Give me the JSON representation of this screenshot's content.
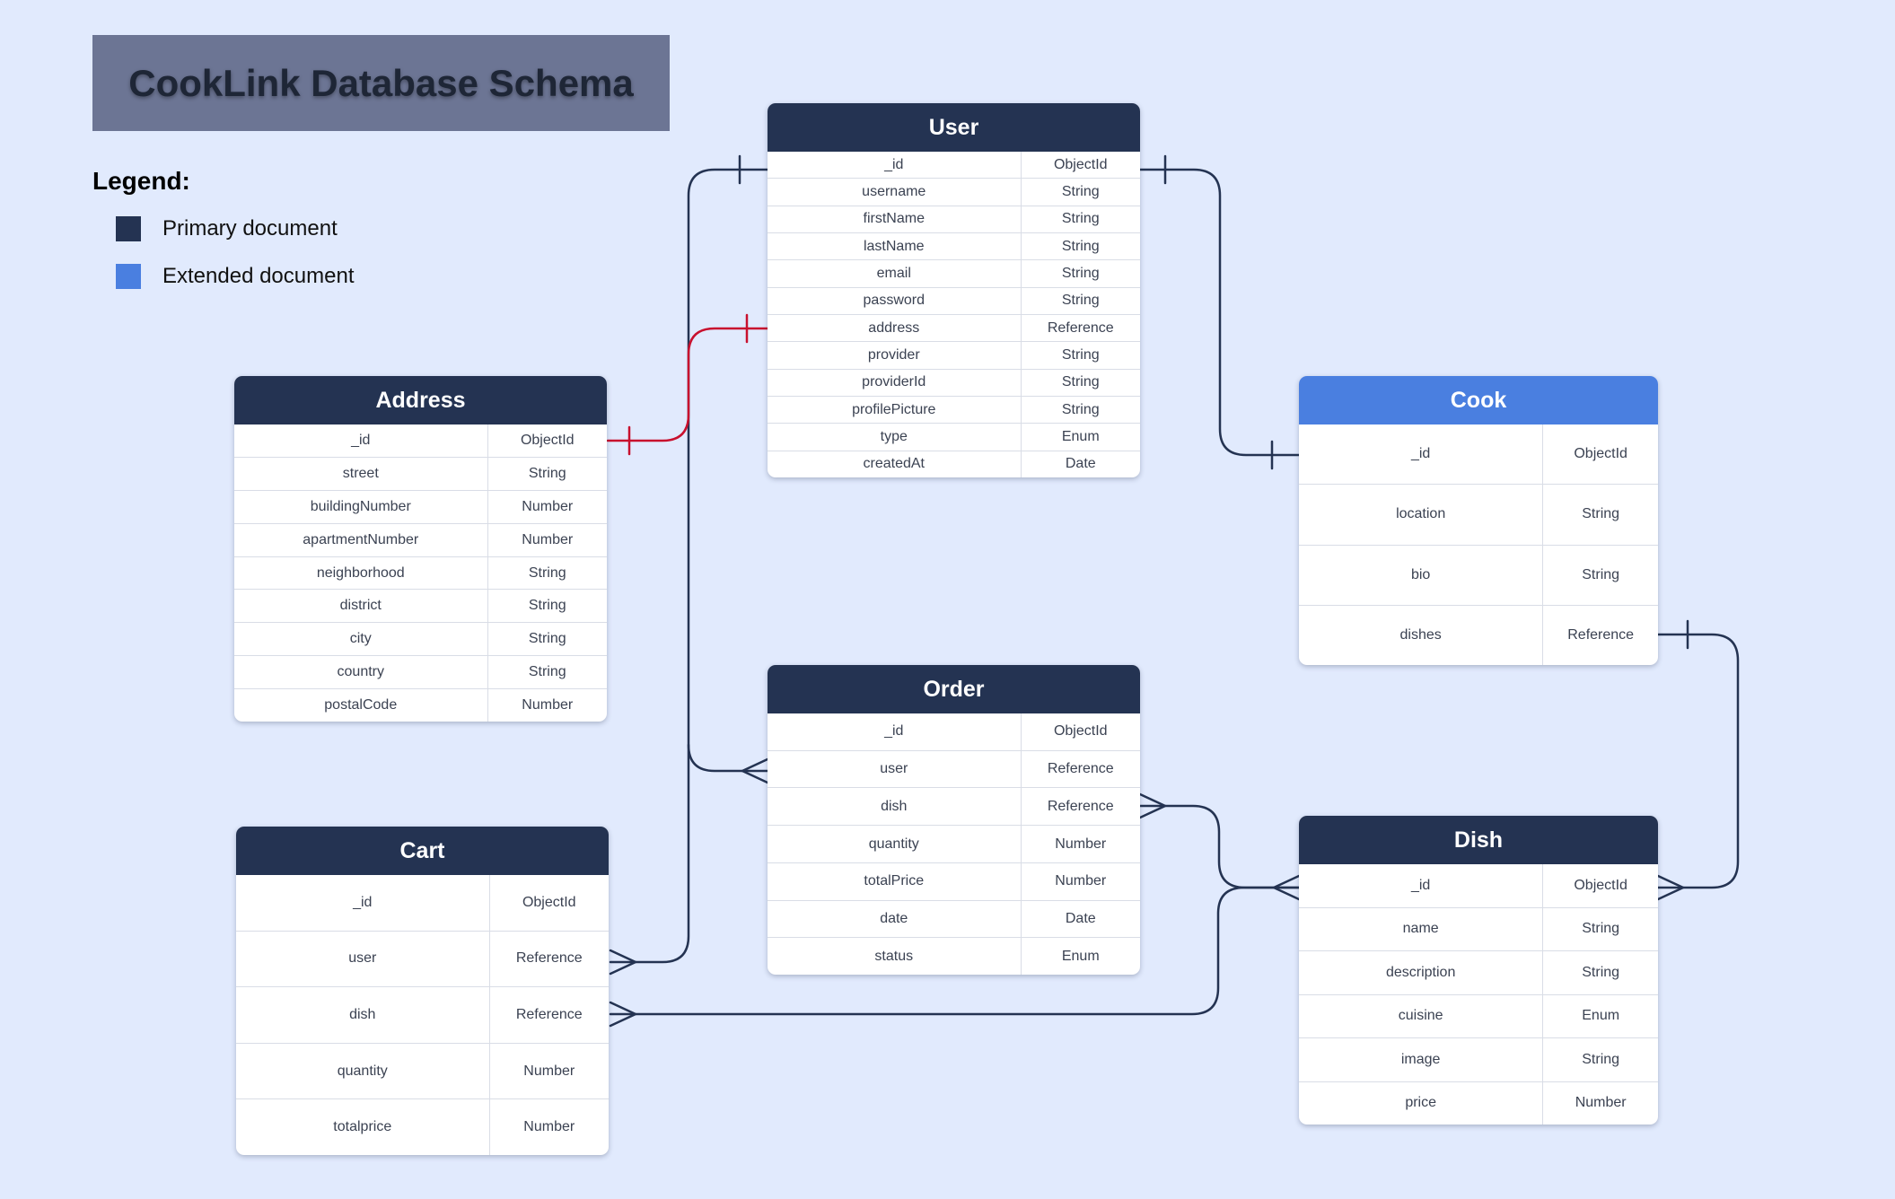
{
  "title": "CookLink Database Schema",
  "legend": {
    "title": "Legend:",
    "items": [
      {
        "label": "Primary document",
        "color": "#243352"
      },
      {
        "label": "Extended document",
        "color": "#4a7fe0"
      }
    ]
  },
  "colors": {
    "primary": "#243352",
    "extended": "#4a7fe0",
    "background": "#e1eafd",
    "connector": "#243352",
    "highlight_connector": "#c8102e"
  },
  "entities": {
    "user": {
      "title": "User",
      "fields": [
        {
          "name": "_id",
          "type": "ObjectId"
        },
        {
          "name": "username",
          "type": "String"
        },
        {
          "name": "firstName",
          "type": "String"
        },
        {
          "name": "lastName",
          "type": "String"
        },
        {
          "name": "email",
          "type": "String"
        },
        {
          "name": "password",
          "type": "String"
        },
        {
          "name": "address",
          "type": "Reference"
        },
        {
          "name": "provider",
          "type": "String"
        },
        {
          "name": "providerId",
          "type": "String"
        },
        {
          "name": "profilePicture",
          "type": "String"
        },
        {
          "name": "type",
          "type": "Enum"
        },
        {
          "name": "createdAt",
          "type": "Date"
        }
      ]
    },
    "address": {
      "title": "Address",
      "fields": [
        {
          "name": "_id",
          "type": "ObjectId"
        },
        {
          "name": "street",
          "type": "String"
        },
        {
          "name": "buildingNumber",
          "type": "Number"
        },
        {
          "name": "apartmentNumber",
          "type": "Number"
        },
        {
          "name": "neighborhood",
          "type": "String"
        },
        {
          "name": "district",
          "type": "String"
        },
        {
          "name": "city",
          "type": "String"
        },
        {
          "name": "country",
          "type": "String"
        },
        {
          "name": "postalCode",
          "type": "Number"
        }
      ]
    },
    "cook": {
      "title": "Cook",
      "fields": [
        {
          "name": "_id",
          "type": "ObjectId"
        },
        {
          "name": "location",
          "type": "String"
        },
        {
          "name": "bio",
          "type": "String"
        },
        {
          "name": "dishes",
          "type": "Reference"
        }
      ]
    },
    "order": {
      "title": "Order",
      "fields": [
        {
          "name": "_id",
          "type": "ObjectId"
        },
        {
          "name": "user",
          "type": "Reference"
        },
        {
          "name": "dish",
          "type": "Reference"
        },
        {
          "name": "quantity",
          "type": "Number"
        },
        {
          "name": "totalPrice",
          "type": "Number"
        },
        {
          "name": "date",
          "type": "Date"
        },
        {
          "name": "status",
          "type": "Enum"
        }
      ]
    },
    "cart": {
      "title": "Cart",
      "fields": [
        {
          "name": "_id",
          "type": "ObjectId"
        },
        {
          "name": "user",
          "type": "Reference"
        },
        {
          "name": "dish",
          "type": "Reference"
        },
        {
          "name": "quantity",
          "type": "Number"
        },
        {
          "name": "totalprice",
          "type": "Number"
        }
      ]
    },
    "dish": {
      "title": "Dish",
      "fields": [
        {
          "name": "_id",
          "type": "ObjectId"
        },
        {
          "name": "name",
          "type": "String"
        },
        {
          "name": "description",
          "type": "String"
        },
        {
          "name": "cuisine",
          "type": "Enum"
        },
        {
          "name": "image",
          "type": "String"
        },
        {
          "name": "price",
          "type": "Number"
        }
      ]
    }
  }
}
